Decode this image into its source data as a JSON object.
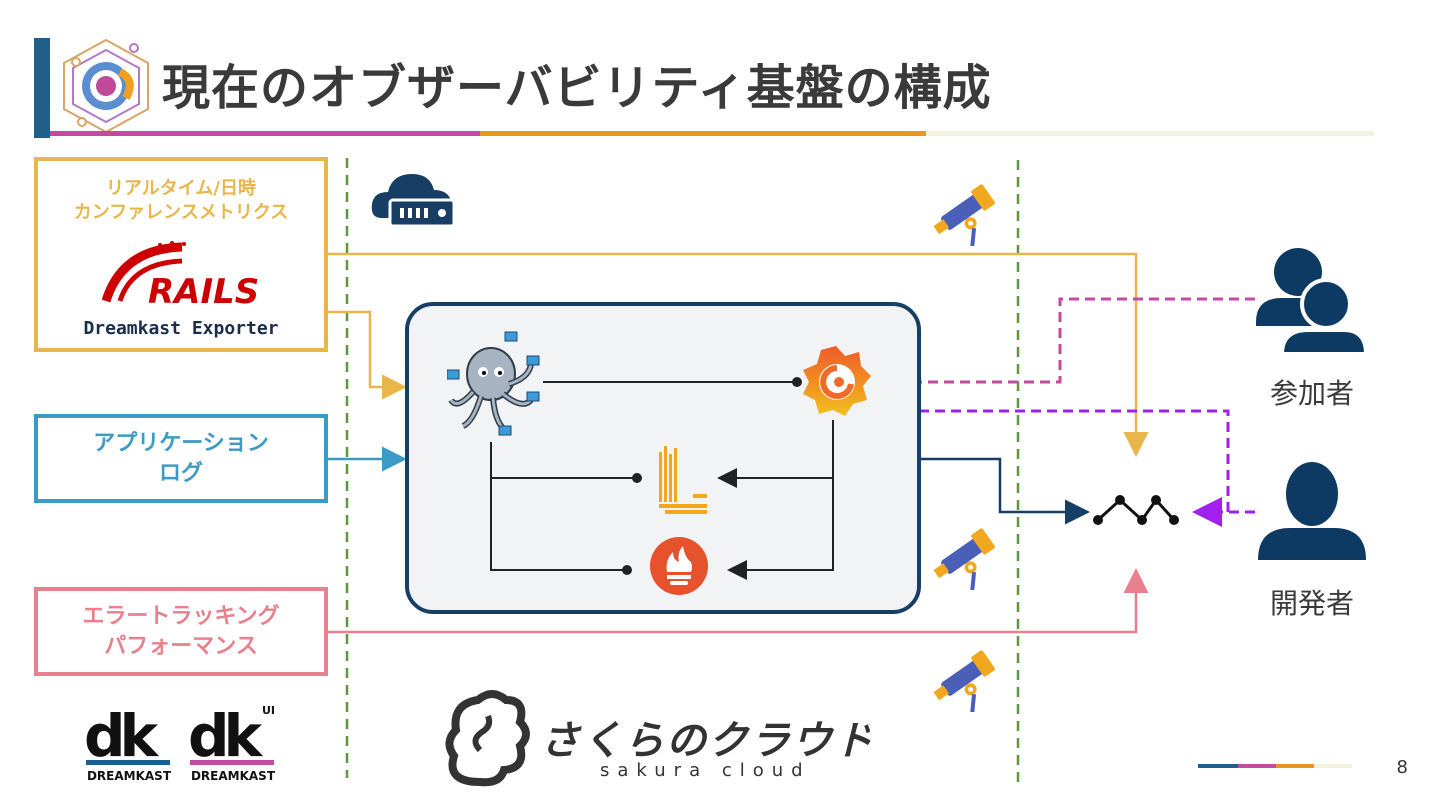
{
  "slide": {
    "title": "現在のオブザーバビリティ基盤の構成",
    "page_number": "8"
  },
  "sources": {
    "metrics_line1": "リアルタイム/日時",
    "metrics_line2": "カンファレンスメトリクス",
    "rails_logo_text": "RAILS",
    "exporter_label": "Dreamkast Exporter",
    "app_log_line1": "アプリケーション",
    "app_log_line2": "ログ",
    "error_line1": "エラートラッキング",
    "error_line2": "パフォーマンス"
  },
  "users": {
    "participants_label": "参加者",
    "developers_label": "開発者"
  },
  "logos": {
    "dreamkast_text": "DREAMKAST",
    "dreamkast_ui_badge": "UI",
    "sakura_jp": "さくらのクラウド",
    "sakura_en": "sakura cloud"
  },
  "colors": {
    "accent_blue": "#1f5f8b",
    "metrics_yellow": "#e8b64a",
    "log_blue": "#3d9ac4",
    "error_pink": "#e8808e",
    "participant_magenta": "#c44aa0",
    "developer_purple": "#a020f0",
    "cluster_border": "#173f66",
    "person_navy": "#0d3a63",
    "rails_red": "#cc0000",
    "divider_green": "#5a9a3a"
  }
}
